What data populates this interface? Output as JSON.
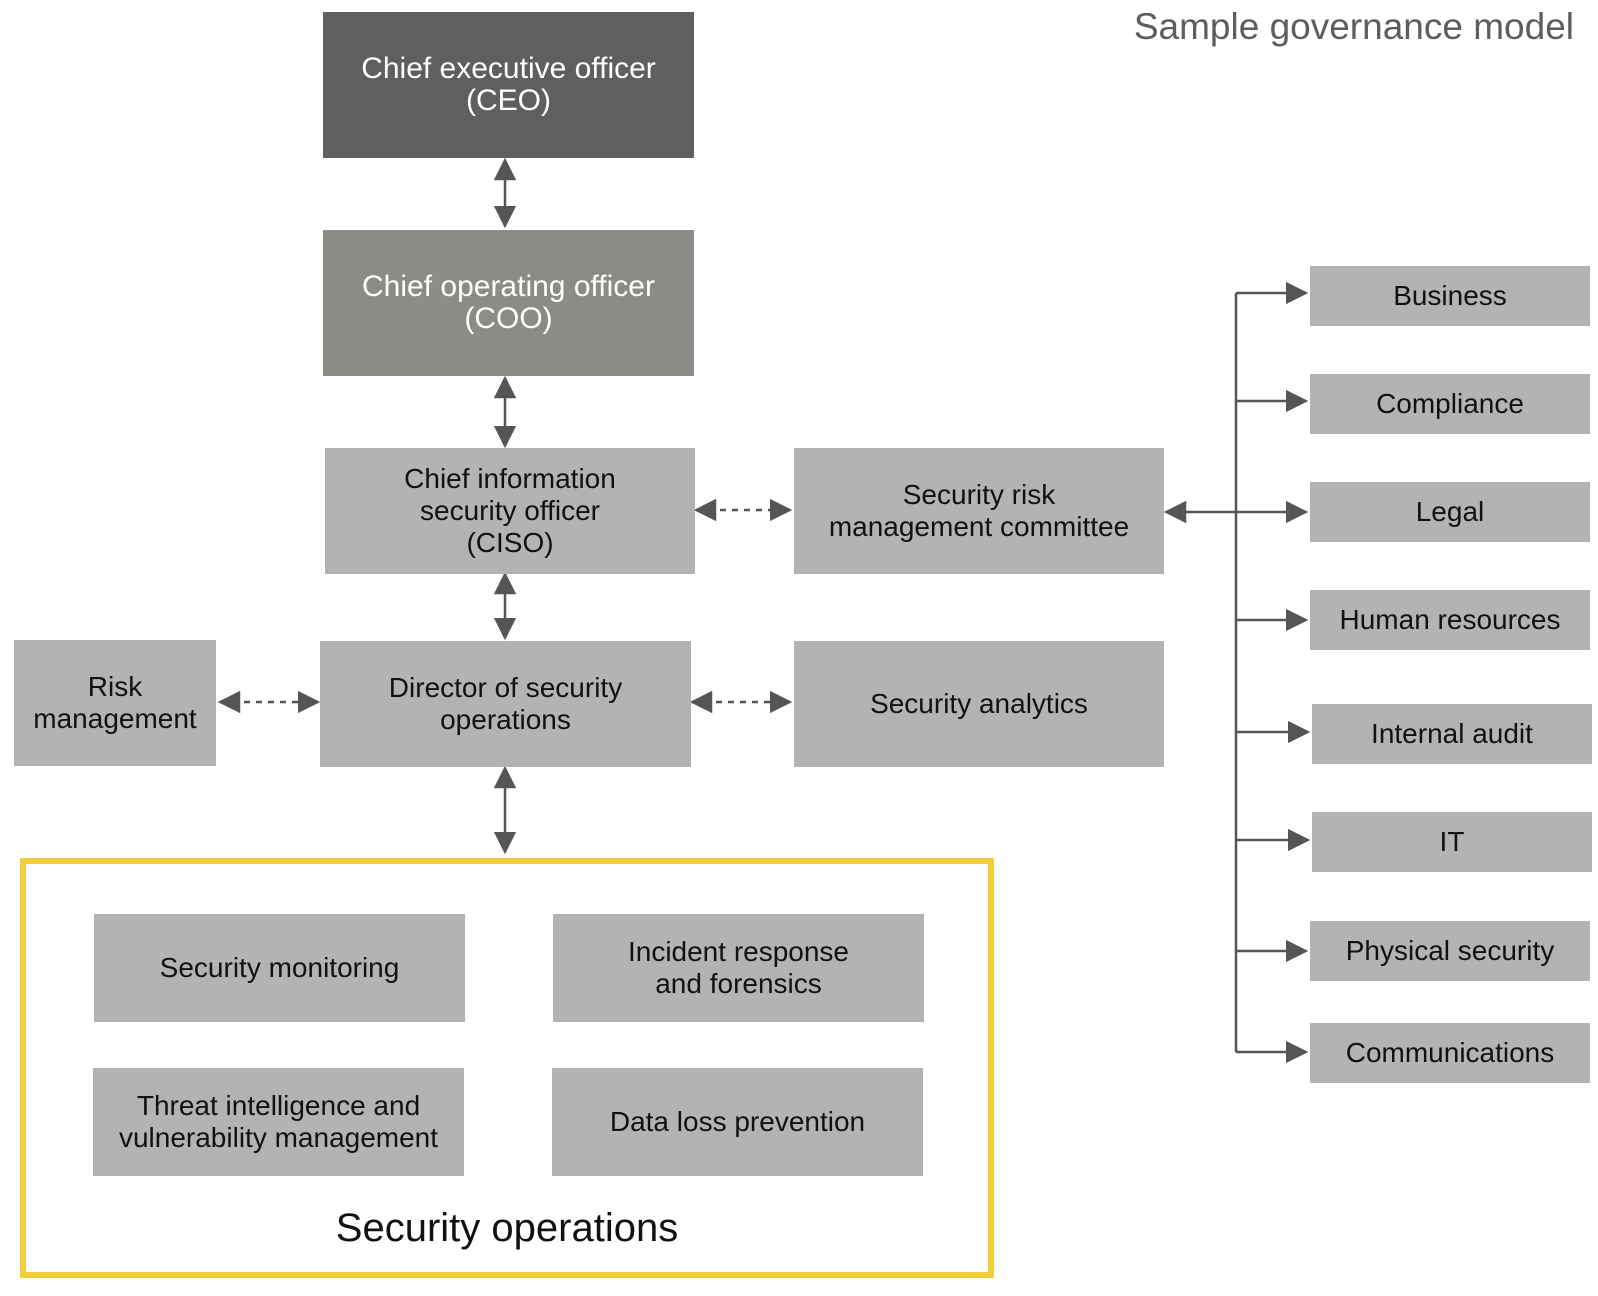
{
  "title": "Sample governance model",
  "colors": {
    "executive_box": "#5d605c",
    "operating_box": "#8b8c86",
    "standard_box": "#b3b3b3",
    "security_operations_border": "#f2ce3b",
    "connector": "#555555"
  },
  "nodes": {
    "ceo": {
      "line1": "Chief executive officer",
      "line2": "(CEO)"
    },
    "coo": {
      "line1": "Chief operating officer",
      "line2": "(COO)"
    },
    "ciso": {
      "line1": "Chief information",
      "line2": "security officer",
      "line3": "(CISO)"
    },
    "committee": {
      "line1": "Security risk",
      "line2": "management committee"
    },
    "director": {
      "line1": "Director of security",
      "line2": "operations"
    },
    "risk_management": {
      "line1": "Risk",
      "line2": "management"
    },
    "security_analytics": {
      "label": "Security analytics"
    }
  },
  "committee_members": [
    "Business",
    "Compliance",
    "Legal",
    "Human resources",
    "Internal audit",
    "IT",
    "Physical security",
    "Communications"
  ],
  "security_operations": {
    "label": "Security operations",
    "functions": {
      "monitoring": {
        "line1": "Security monitoring"
      },
      "incident": {
        "line1": "Incident response",
        "line2": "and forensics"
      },
      "threat": {
        "line1": "Threat intelligence and",
        "line2": "vulnerability management"
      },
      "dlp": {
        "line1": "Data loss prevention"
      }
    }
  }
}
